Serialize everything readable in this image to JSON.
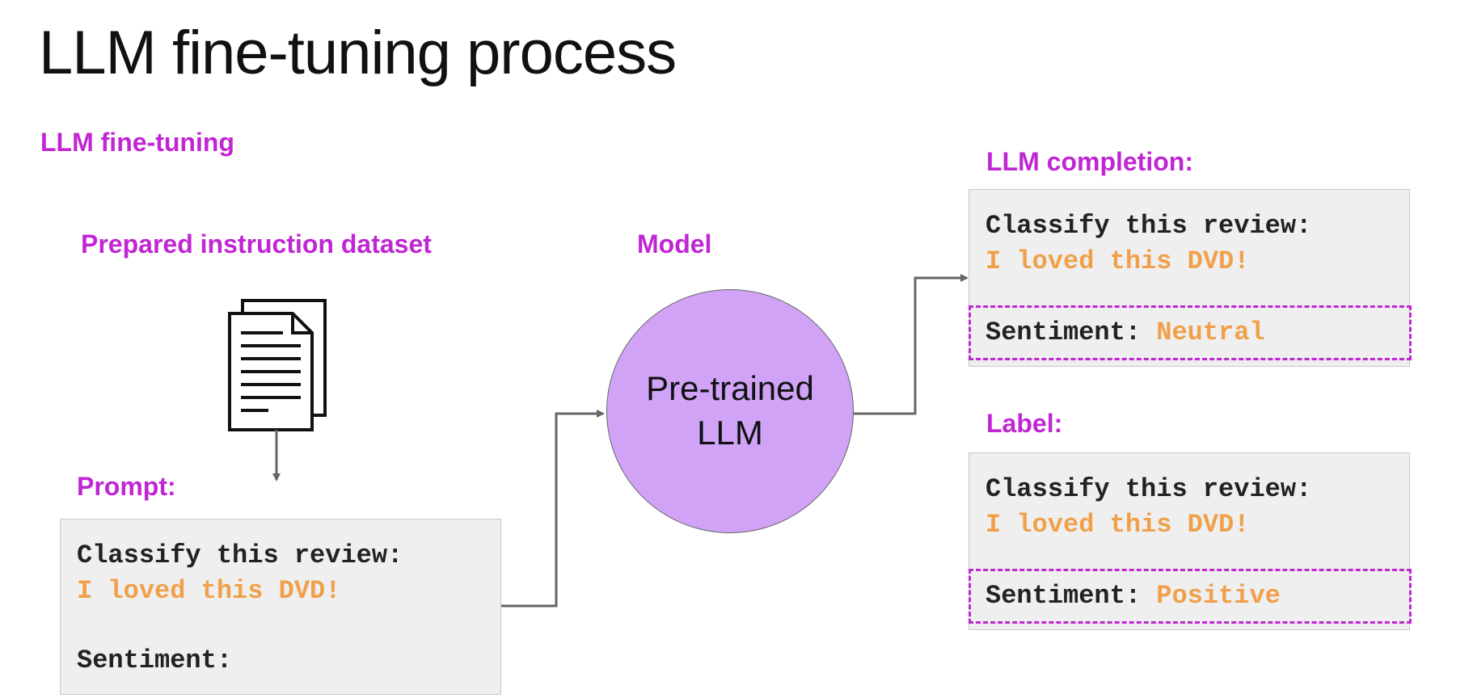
{
  "title": "LLM fine-tuning process",
  "section_label": "LLM fine-tuning",
  "dataset_label": "Prepared instruction dataset",
  "model_label": "Model",
  "model_name": "Pre-trained LLM",
  "prompt": {
    "label": "Prompt:",
    "line1": "Classify this review:",
    "line2": "I loved this DVD!",
    "line3": "Sentiment:"
  },
  "completion": {
    "label": "LLM completion:",
    "line1": "Classify this review:",
    "line2": "I loved this DVD!",
    "sentiment_key": "Sentiment:",
    "sentiment_value": "Neutral"
  },
  "label_box": {
    "label": "Label:",
    "line1": "Classify this review:",
    "line2": "I loved this DVD!",
    "sentiment_key": "Sentiment:",
    "sentiment_value": "Positive"
  },
  "colors": {
    "accent": "#c026d3",
    "highlight_text": "#f0a04a",
    "model_fill": "#d0a3f6",
    "box_fill": "#efefef"
  }
}
